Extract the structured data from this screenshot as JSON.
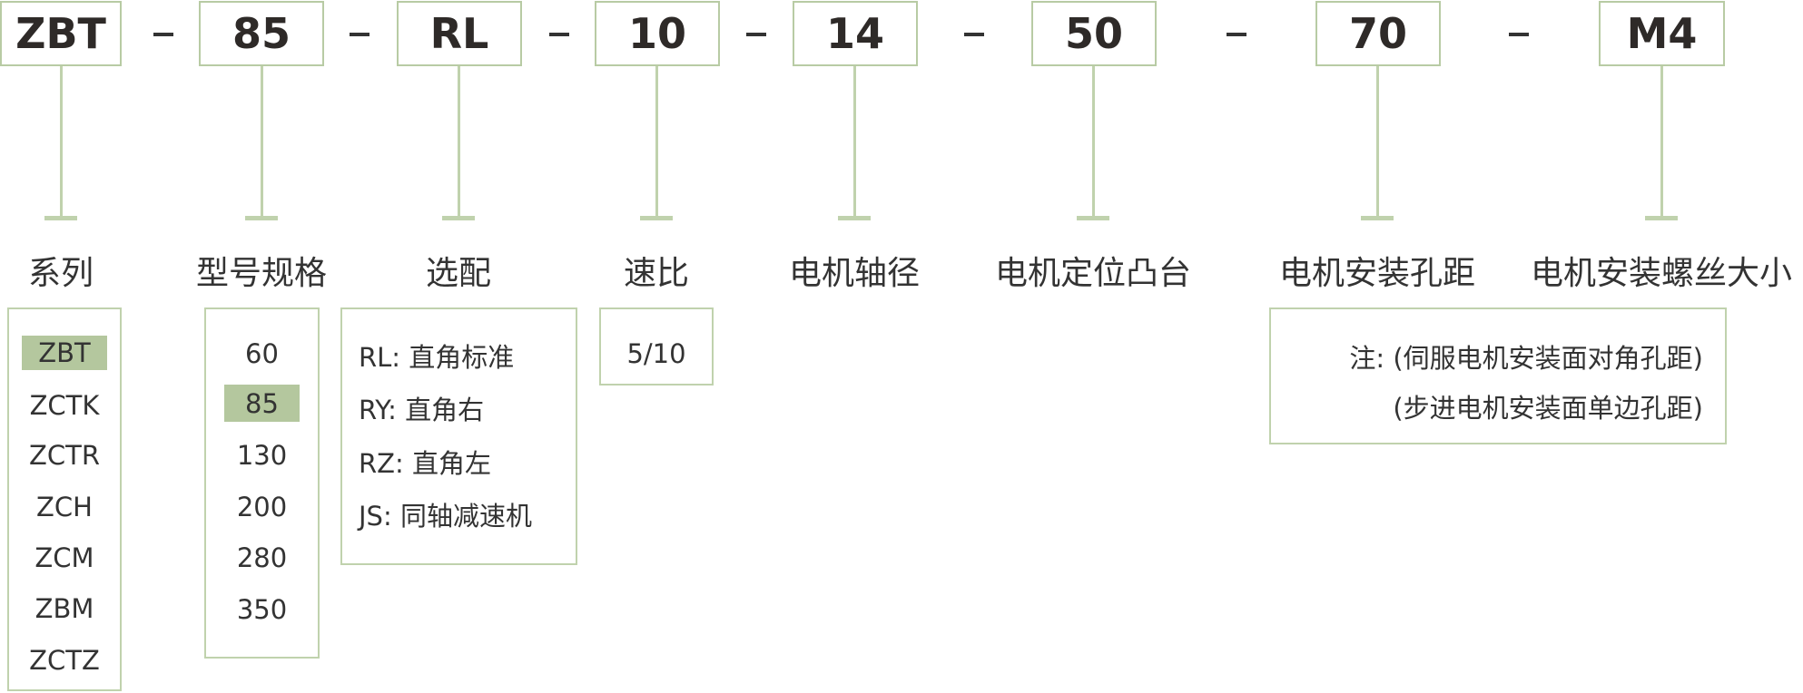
{
  "codes": [
    "ZBT",
    "85",
    "RL",
    "10",
    "14",
    "50",
    "70",
    "M4"
  ],
  "separator": "-",
  "labels": [
    "系列",
    "型号规格",
    "选配",
    "速比",
    "电机轴径",
    "电机定位凸台",
    "电机安装孔距",
    "电机安装螺丝大小"
  ],
  "series_options": {
    "items": [
      "ZBT",
      "ZCTK",
      "ZCTR",
      "ZCH",
      "ZCM",
      "ZBM",
      "ZCTZ"
    ],
    "selected": "ZBT"
  },
  "size_options": {
    "items": [
      "60",
      "85",
      "130",
      "200",
      "280",
      "350"
    ],
    "selected": "85"
  },
  "option_choices": [
    "RL: 直角标准",
    "RY: 直角右",
    "RZ: 直角左",
    "JS: 同轴减速机"
  ],
  "ratio_options": [
    "5/10"
  ],
  "hole_note": [
    "注: (伺服电机安装面对角孔距)",
    "(步进电机安装面单边孔距)"
  ],
  "colors": {
    "border": "#b8cba4",
    "highlight": "#b4c79e",
    "text": "#333333"
  }
}
